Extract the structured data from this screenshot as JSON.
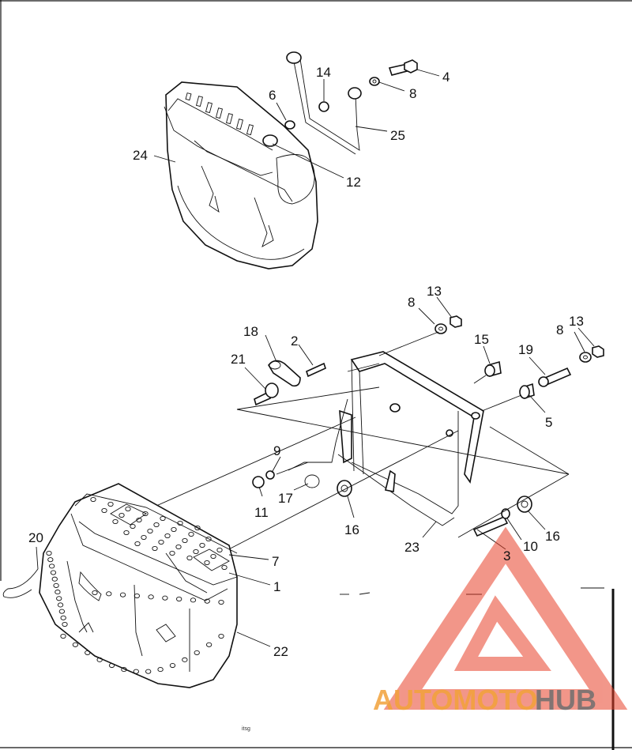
{
  "diagram": {
    "labels": {
      "l4": "4",
      "l14": "14",
      "l6": "6",
      "l8a": "8",
      "l25": "25",
      "l24": "24",
      "l12": "12",
      "l13a": "13",
      "l8b": "8",
      "l18": "18",
      "l2": "2",
      "l15": "15",
      "l19": "19",
      "l8c": "8",
      "l13b": "13",
      "l21": "21",
      "l5": "5",
      "l9": "9",
      "l17": "17",
      "l11": "11",
      "l16a": "16",
      "l23": "23",
      "l20": "20",
      "l7": "7",
      "l1": "1",
      "l3": "3",
      "l10": "10",
      "l16b": "16",
      "l22": "22"
    },
    "footer_code": "itsg"
  },
  "watermark": {
    "brand_part1": "AUTOMOTO",
    "brand_part2": "HUB",
    "color_red": "#e8412a",
    "color_orange": "#f2a23a",
    "color_gray": "#6f6f6f"
  }
}
